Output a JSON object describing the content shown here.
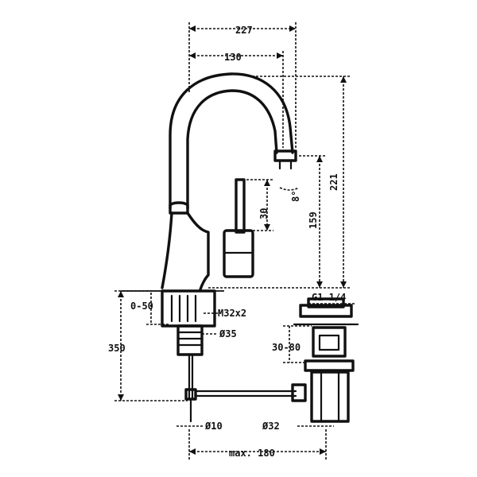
{
  "drawing": {
    "dimensions": {
      "overall_width": "227",
      "spout_reach": "130",
      "total_height": "221",
      "outlet_height": "159",
      "handle_height": "30",
      "angle_small": "8°",
      "deck_thickness": "0-50",
      "thread": "M32x2",
      "hose_length": "350",
      "hole_diameter": "Ø35",
      "drain_thread": "G1 1/4",
      "drain_range": "30-80",
      "plug_diameter": "Ø10",
      "drain_outlet": "Ø32",
      "max_length": "max. 180"
    }
  }
}
